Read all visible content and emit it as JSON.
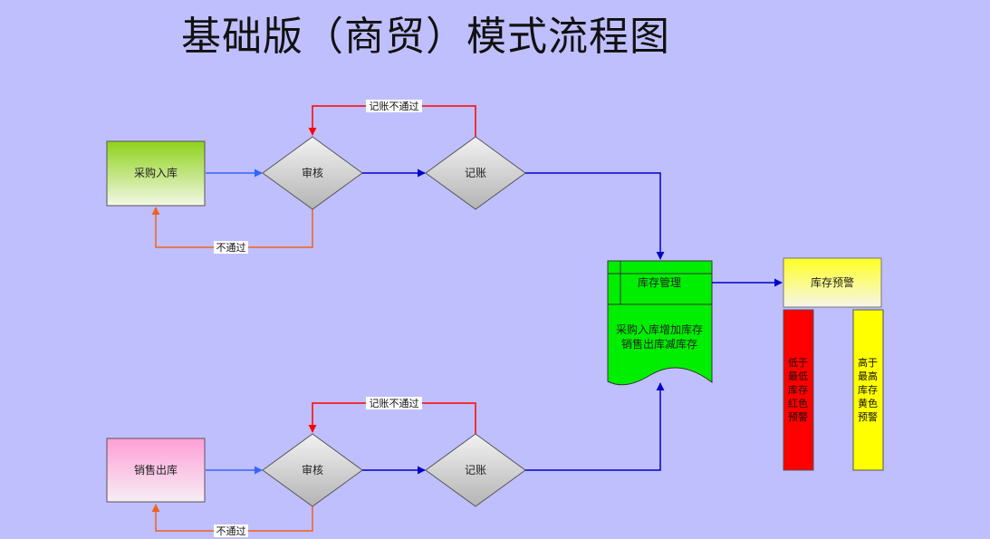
{
  "title": "基础版（商贸）模式流程图",
  "nodes": {
    "purchase_in": "采购入库",
    "sales_out": "销售出库",
    "audit_top": "审核",
    "post_top": "记账",
    "audit_bottom": "审核",
    "post_bottom": "记账",
    "inventory": {
      "header": "库存管理",
      "line1": "采购入库增加库存",
      "line2": "销售出库减库存"
    },
    "stock_alert": "库存预警",
    "low_alert": [
      "低于",
      "最低",
      "库存",
      "红色",
      "预警"
    ],
    "high_alert": [
      "高于",
      "最高",
      "库存",
      "黄色",
      "预警"
    ]
  },
  "edge_labels": {
    "post_fail_top": "记账不通过",
    "audit_fail_top": "不通过",
    "post_fail_bottom": "记账不通过",
    "audit_fail_bottom": "不通过"
  },
  "colors": {
    "background": "#c0bffd",
    "flow_blue": "#0000cc",
    "light_blue": "#3366ff",
    "reject_red": "#ff0000",
    "reject_orange": "#f06020",
    "inventory_green": "#00ee00",
    "alert_red": "#ff0000",
    "alert_yellow": "#ffff00"
  }
}
